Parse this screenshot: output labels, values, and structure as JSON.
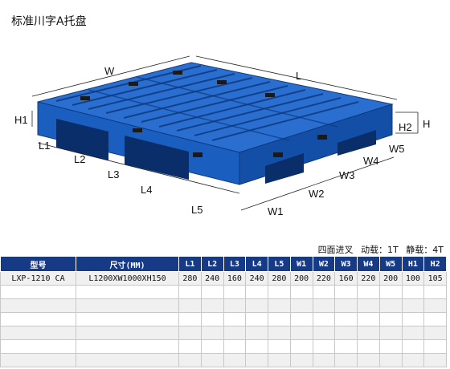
{
  "title": "标准川字A托盘",
  "dimensions": {
    "W": "W",
    "L": "L",
    "H1": "H1",
    "H2": "H2",
    "H": "H",
    "L1": "L1",
    "L2": "L2",
    "L3": "L3",
    "L4": "L4",
    "L5": "L5",
    "W1": "W1",
    "W2": "W2",
    "W3": "W3",
    "W4": "W4",
    "W5": "W5"
  },
  "loads": {
    "entry": "四面进叉",
    "dynamic": "动载：1T",
    "static": "静载：4T"
  },
  "table": {
    "headers": [
      "型号",
      "尺寸(MM)",
      "L1",
      "L2",
      "L3",
      "L4",
      "L5",
      "W1",
      "W2",
      "W3",
      "W4",
      "W5",
      "H1",
      "H2"
    ],
    "rows": [
      [
        "LXP-1210 CA",
        "L1200XW1000XH150",
        "280",
        "240",
        "160",
        "240",
        "280",
        "200",
        "220",
        "160",
        "220",
        "200",
        "100",
        "105"
      ],
      [
        "",
        "",
        "",
        "",
        "",
        "",
        "",
        "",
        "",
        "",
        "",
        "",
        "",
        ""
      ],
      [
        "",
        "",
        "",
        "",
        "",
        "",
        "",
        "",
        "",
        "",
        "",
        "",
        "",
        ""
      ],
      [
        "",
        "",
        "",
        "",
        "",
        "",
        "",
        "",
        "",
        "",
        "",
        "",
        "",
        ""
      ],
      [
        "",
        "",
        "",
        "",
        "",
        "",
        "",
        "",
        "",
        "",
        "",
        "",
        "",
        ""
      ],
      [
        "",
        "",
        "",
        "",
        "",
        "",
        "",
        "",
        "",
        "",
        "",
        "",
        "",
        ""
      ],
      [
        "",
        "",
        "",
        "",
        "",
        "",
        "",
        "",
        "",
        "",
        "",
        "",
        "",
        ""
      ]
    ]
  },
  "colors": {
    "pallet": "#1a5fc0",
    "pallet_dark": "#0f3f8e",
    "header": "#163a86"
  }
}
